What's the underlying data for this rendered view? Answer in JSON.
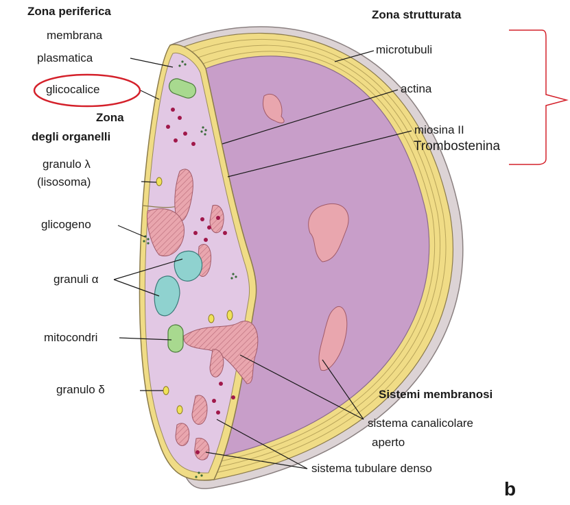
{
  "labels": {
    "zona_periferica": "Zona periferica",
    "membrana_line1": "membrana",
    "membrana_line2": "plasmatica",
    "glicocalice": "glicocalice",
    "zona_organelli_line1": "Zona",
    "zona_organelli_line2": "degli organelli",
    "granulo_lambda": "granulo λ",
    "lisosoma": "(lisosoma)",
    "glicogeno": "glicogeno",
    "granuli_alpha": "granuli α",
    "mitocondri": "mitocondri",
    "granulo_delta": "granulo δ",
    "zona_strutturata": "Zona strutturata",
    "microtubuli": "microtubuli",
    "actina": "actina",
    "miosina": "miosina II",
    "trombostenina": "Trombostenina",
    "sistemi_membranosi": "Sistemi membranosi",
    "canalicolare_line1": "sistema canalicolare",
    "canalicolare_line2": "aperto",
    "tubulare": "sistema tubulare denso",
    "panel_letter": "b"
  },
  "colors": {
    "cytoplasm": "#e2c8e4",
    "face": "#c89ec9",
    "membrane": "#f0dc86",
    "outline": "#8a7a4a",
    "organelle_pink": "#e9a6ae",
    "alpha_granule": "#8fd2cf",
    "dense_red": "#a0184a",
    "highlight_red": "#d4202a"
  }
}
